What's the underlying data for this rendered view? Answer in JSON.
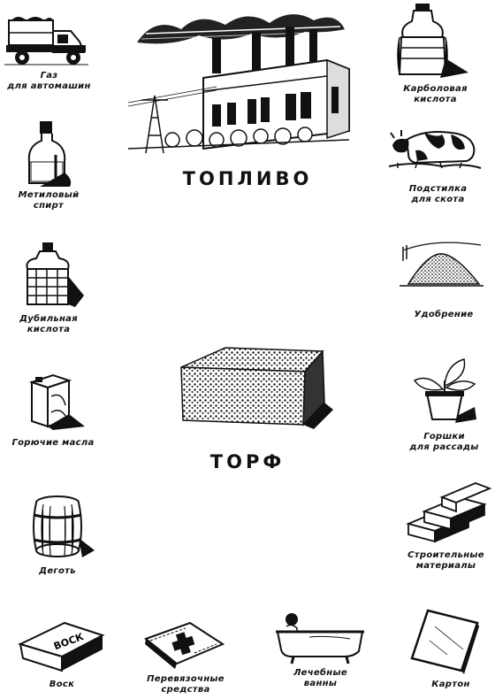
{
  "center_title_fuel": "ТОПЛИВО",
  "center_title_peat": "ТОРФ",
  "items": {
    "gas": {
      "line1": "Газ",
      "line2": "для автомашин",
      "icon": "truck-icon"
    },
    "carbolic": {
      "line1": "Карболовая",
      "line2": "кислота",
      "icon": "bottle-in-basket-icon"
    },
    "methyl": {
      "line1": "Метиловый",
      "line2": "спирт",
      "icon": "flask-icon"
    },
    "bedding": {
      "line1": "Подстилка",
      "line2": "для скота",
      "icon": "cow-icon"
    },
    "tannic": {
      "line1": "Дубильная",
      "line2": "кислота",
      "icon": "demijohn-icon"
    },
    "fertilizer": {
      "line1": "Удобрение",
      "line2": "",
      "icon": "heap-icon"
    },
    "oils": {
      "line1": "Горючие масла",
      "line2": "",
      "icon": "canister-icon"
    },
    "pots": {
      "line1": "Горшки",
      "line2": "для рассады",
      "icon": "plant-pot-icon"
    },
    "tar": {
      "line1": "Деготь",
      "line2": "",
      "icon": "barrel-icon"
    },
    "building": {
      "line1": "Строительные",
      "line2": "материалы",
      "icon": "bricks-icon"
    },
    "wax": {
      "line1": "Воск",
      "line2": "",
      "icon": "wax-block-icon",
      "block_text": "ВОСК"
    },
    "dressing": {
      "line1": "Перевязочные",
      "line2": "средства",
      "icon": "bandage-pack-icon"
    },
    "baths": {
      "line1": "Лечебные",
      "line2": "ванны",
      "icon": "bathtub-icon"
    },
    "cardboard": {
      "line1": "Картон",
      "line2": "",
      "icon": "cardboard-sheet-icon"
    }
  },
  "illustrations": {
    "power_plant": "power-plant-icon",
    "peat_block": "peat-block-icon"
  }
}
